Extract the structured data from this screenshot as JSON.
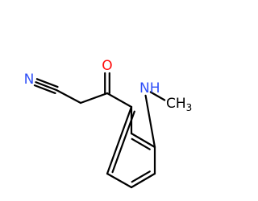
{
  "structure": {
    "atoms": [
      {
        "id": "N1",
        "element": "N",
        "label": "N",
        "color": "#3050F8"
      },
      {
        "id": "C1",
        "element": "C",
        "label": ""
      },
      {
        "id": "C2",
        "element": "C",
        "label": ""
      },
      {
        "id": "C3",
        "element": "C",
        "label": ""
      },
      {
        "id": "O1",
        "element": "O",
        "label": "O",
        "color": "#FF0D0D"
      },
      {
        "id": "Ca",
        "element": "C",
        "label": ""
      },
      {
        "id": "Cb",
        "element": "C",
        "label": ""
      },
      {
        "id": "Cc",
        "element": "C",
        "label": ""
      },
      {
        "id": "Cd",
        "element": "C",
        "label": ""
      },
      {
        "id": "Ce",
        "element": "C",
        "label": ""
      },
      {
        "id": "Cf",
        "element": "C",
        "label": ""
      },
      {
        "id": "N2",
        "element": "N",
        "label": "NH",
        "color": "#3050F8"
      },
      {
        "id": "C4",
        "element": "C",
        "label": "CH3",
        "color": "#000000"
      }
    ],
    "bonds": [
      {
        "from": "N1",
        "to": "C1",
        "order": 3
      },
      {
        "from": "C1",
        "to": "C2",
        "order": 1
      },
      {
        "from": "C2",
        "to": "C3",
        "order": 1
      },
      {
        "from": "C3",
        "to": "O1",
        "order": 2
      },
      {
        "from": "C3",
        "to": "Ca",
        "order": 1
      },
      {
        "from": "Ca",
        "to": "Cb",
        "order": 1
      },
      {
        "from": "Cb",
        "to": "Cc",
        "order": 2
      },
      {
        "from": "Cc",
        "to": "Cd",
        "order": 1
      },
      {
        "from": "Cd",
        "to": "Ce",
        "order": 2
      },
      {
        "from": "Ce",
        "to": "Cf",
        "order": 1
      },
      {
        "from": "Cf",
        "to": "Ca",
        "order": 2
      },
      {
        "from": "Cc",
        "to": "N2",
        "order": 1
      },
      {
        "from": "N2",
        "to": "C4",
        "order": 1
      }
    ]
  }
}
